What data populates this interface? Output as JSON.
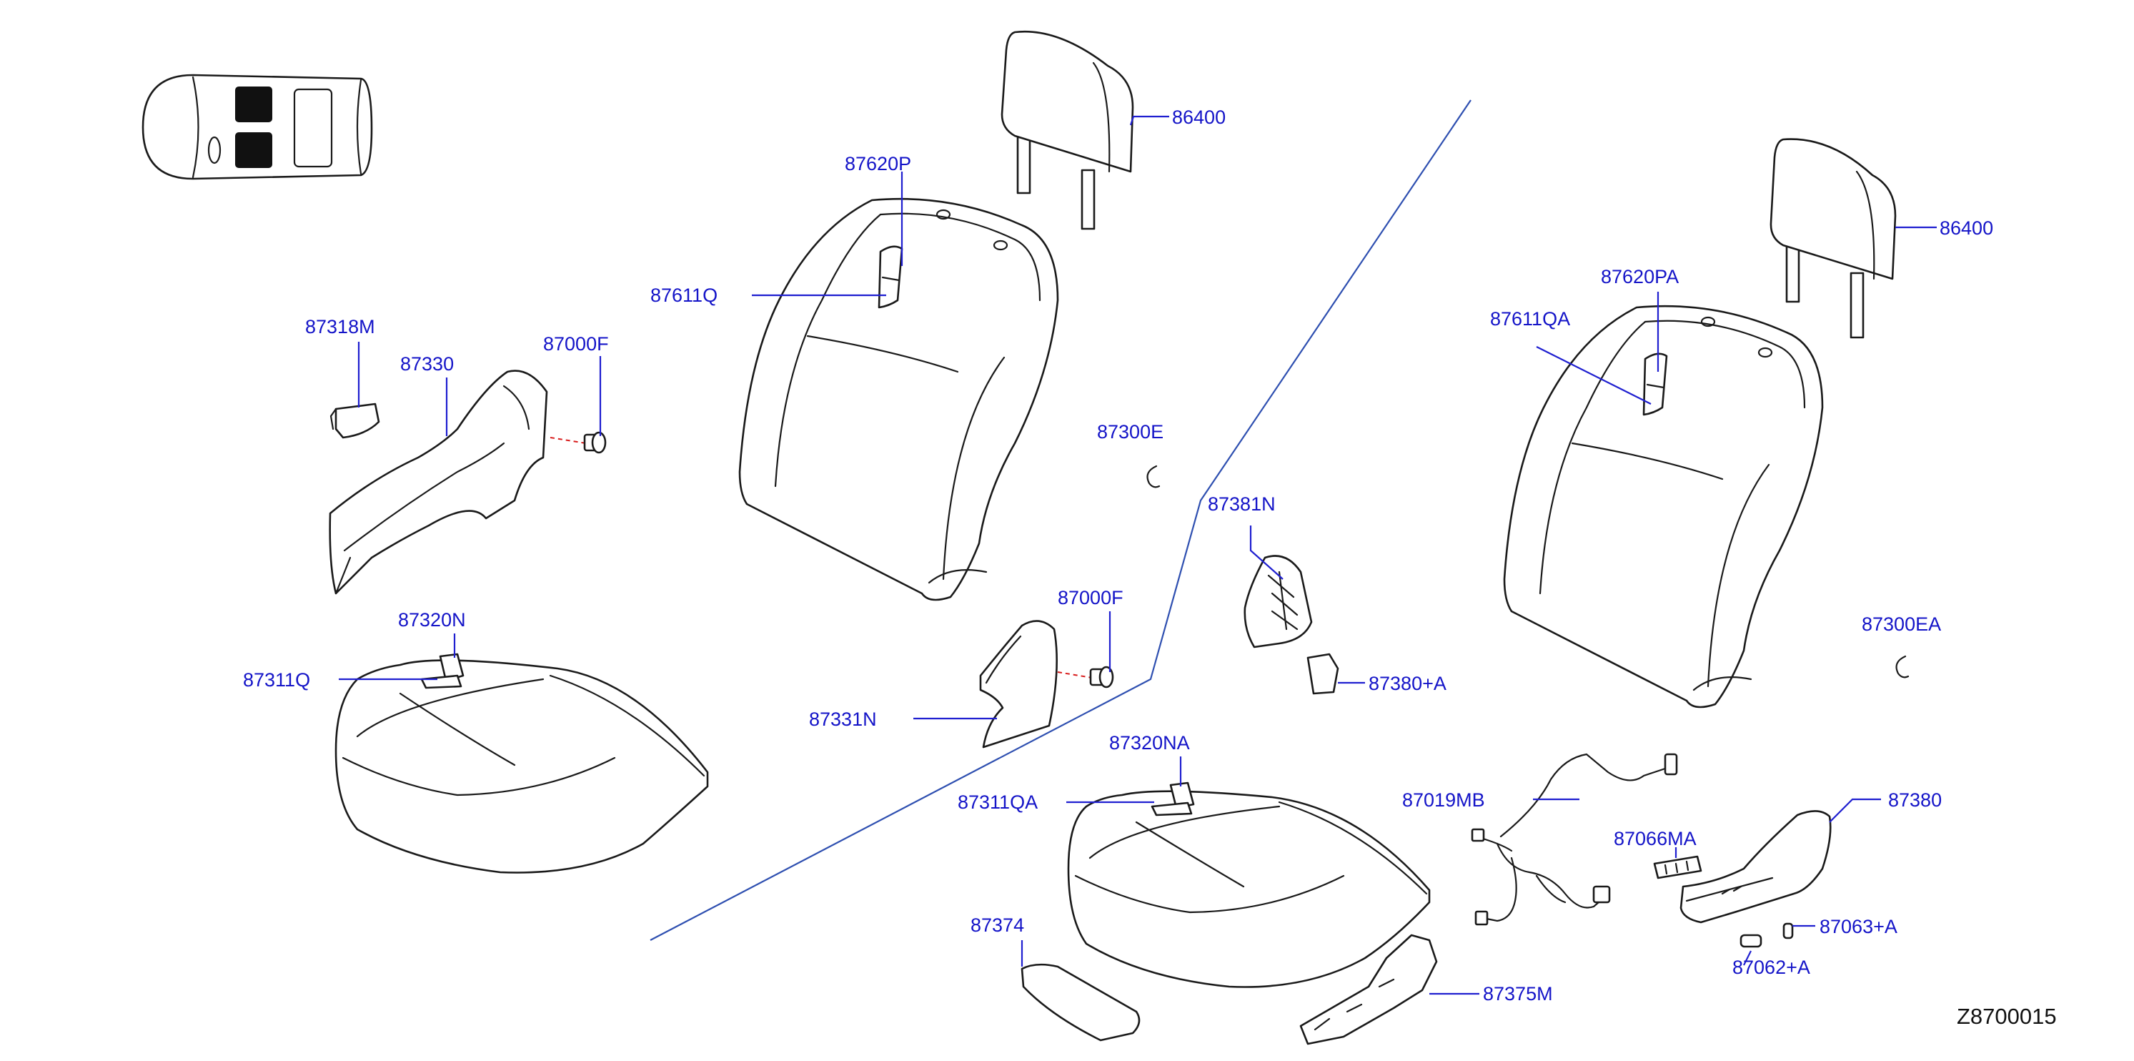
{
  "diagram_id": "Z8700015",
  "callouts": [
    {
      "key": "86400_front",
      "text": "86400"
    },
    {
      "key": "87620P",
      "text": "87620P"
    },
    {
      "key": "87611Q",
      "text": "87611Q"
    },
    {
      "key": "87318M",
      "text": "87318M"
    },
    {
      "key": "87330",
      "text": "87330"
    },
    {
      "key": "87000F_top",
      "text": "87000F"
    },
    {
      "key": "87300E",
      "text": "87300E"
    },
    {
      "key": "87381N",
      "text": "87381N"
    },
    {
      "key": "87000F_mid",
      "text": "87000F"
    },
    {
      "key": "87320N",
      "text": "87320N"
    },
    {
      "key": "87311Q",
      "text": "87311Q"
    },
    {
      "key": "87331N",
      "text": "87331N"
    },
    {
      "key": "87380+A",
      "text": "87380+A"
    },
    {
      "key": "87320NA",
      "text": "87320NA"
    },
    {
      "key": "87311QA",
      "text": "87311QA"
    },
    {
      "key": "87374",
      "text": "87374"
    },
    {
      "key": "87375M",
      "text": "87375M"
    },
    {
      "key": "86400_rear",
      "text": "86400"
    },
    {
      "key": "87620PA",
      "text": "87620PA"
    },
    {
      "key": "87611QA",
      "text": "87611QA"
    },
    {
      "key": "87300EA",
      "text": "87300EA"
    },
    {
      "key": "87019MB",
      "text": "87019MB"
    },
    {
      "key": "87066MA",
      "text": "87066MA"
    },
    {
      "key": "87380",
      "text": "87380"
    },
    {
      "key": "87063+A",
      "text": "87063+A"
    },
    {
      "key": "87062+A",
      "text": "87062+A"
    }
  ],
  "colors": {
    "label": "#1414c8",
    "outline": "#1a1a1a",
    "divider": "#2e4fb0",
    "dashed_leader": "#d81b1b"
  }
}
